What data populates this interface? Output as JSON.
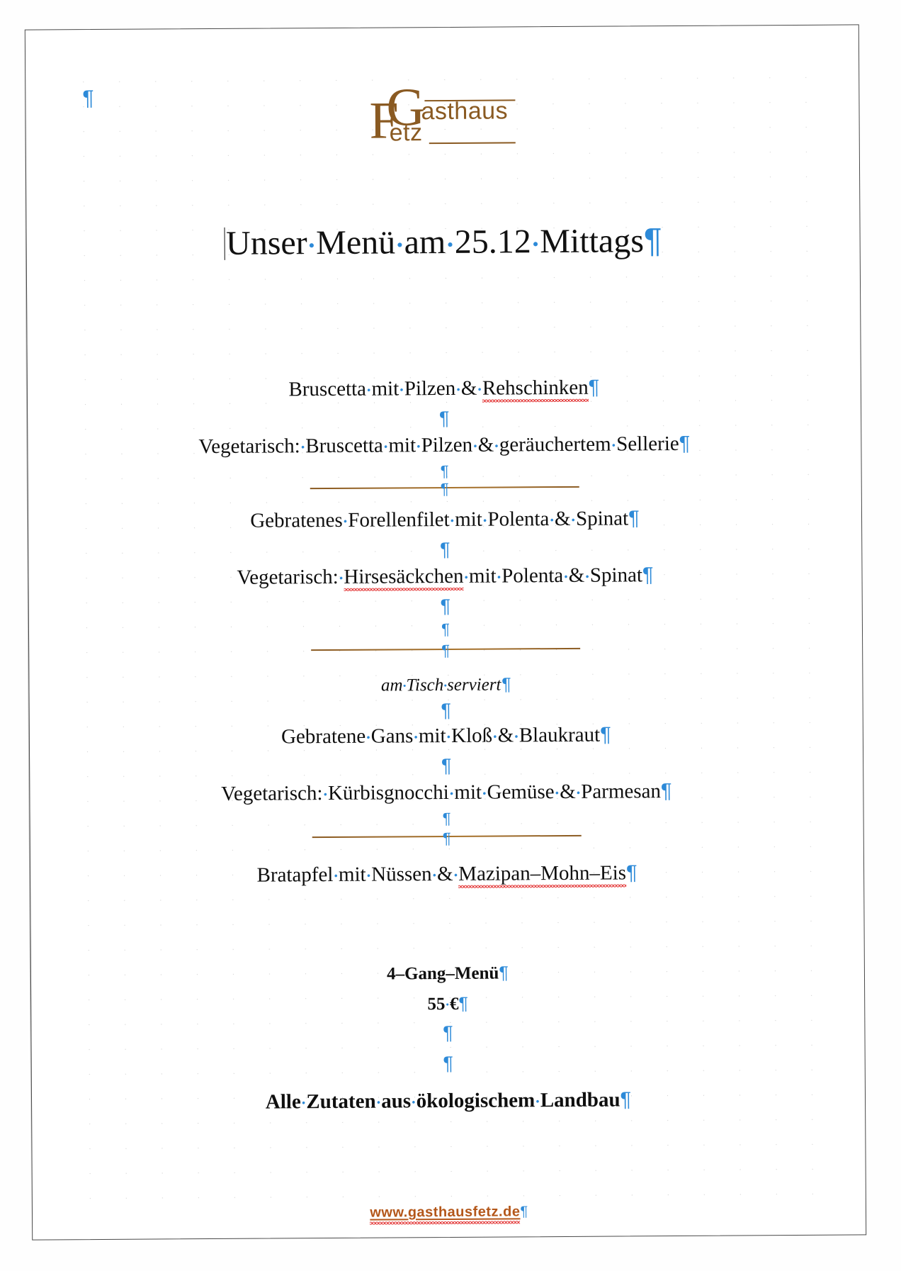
{
  "document": {
    "page_border_color": "#4a4a4a",
    "accent_brown": "#8a5a22",
    "formatting_mark_color": "#2d8ad8",
    "spellcheck_color": "#e02020",
    "link_color": "#b4571a"
  },
  "marks": {
    "pilcrow": "¶",
    "space_dot": "·"
  },
  "stray_mark": {
    "top_left_pilcrow": "¶"
  },
  "logo": {
    "letter_f": "F",
    "letter_g": "G",
    "word_gasthaus": "asthaus",
    "word_fetz": "etz",
    "full_name": "Gasthaus Fetz"
  },
  "title": {
    "text_parts": [
      "Unser",
      "·",
      "Menü",
      "·",
      "am",
      "·",
      "25.12",
      "·",
      "Mittags"
    ],
    "plain": "Unser Menü am 25.12 Mittags",
    "word1": "Unser",
    "word2": "Menü",
    "word3": "am",
    "word4": "25.12",
    "word5": "Mittags"
  },
  "courses": [
    {
      "id": "course-1-main",
      "prefix": "",
      "body": "Bruscetta·mit·Pilzen·&·Rehschinken",
      "plain": "Bruscetta mit Pilzen & Rehschinken",
      "misspelled": "Rehschinken",
      "before_misspelled": "Bruscetta·mit·Pilzen·&·"
    },
    {
      "id": "course-1-veg",
      "plain": "Vegetarisch: Bruscetta mit Pilzen & geräuchertem Sellerie",
      "body": "Vegetarisch:·Bruscetta·mit·Pilzen·&·geräuchertem·Sellerie"
    },
    {
      "id": "course-2-main",
      "plain": "Gebratenes Forellenfilet mit Polenta & Spinat",
      "body": "Gebratenes·Forellenfilet·mit·Polenta·&·Spinat"
    },
    {
      "id": "course-2-veg",
      "plain": "Vegetarisch: Hirsesäckchen mit Polenta & Spinat",
      "before_misspelled": "Vegetarisch:·",
      "misspelled": "Hirsesäckchen",
      "after_misspelled": "·mit·Polenta·&·Spinat"
    },
    {
      "id": "served-note",
      "plain": "am Tisch serviert",
      "body": "am·Tisch·serviert"
    },
    {
      "id": "course-3-main",
      "plain": "Gebratene Gans mit Kloß & Blaukraut",
      "body": "Gebratene·Gans·mit·Kloß·&·Blaukraut"
    },
    {
      "id": "course-3-veg",
      "plain": "Vegetarisch: Kürbisgnocchi mit Gemüse & Parmesan",
      "body": "Vegetarisch:·Kürbisgnocchi·mit·Gemüse·&·Parmesan"
    },
    {
      "id": "course-4-dessert",
      "plain": "Bratapfel mit Nüssen & Mazipan-Mohn-Eis",
      "before_misspelled": "Bratapfel·mit·Nüssen·&·",
      "misspelled": "Mazipan–Mohn–Eis"
    }
  ],
  "price_block": {
    "menu_label": "4–Gang–Menü",
    "price": "55·€",
    "price_plain": "55 €"
  },
  "claim": {
    "text": "Alle·Zutaten·aus·ökologischem·Landbau",
    "plain": "Alle Zutaten aus ökologischem Landbau"
  },
  "footer": {
    "url": "www.gasthausfetz.de"
  }
}
